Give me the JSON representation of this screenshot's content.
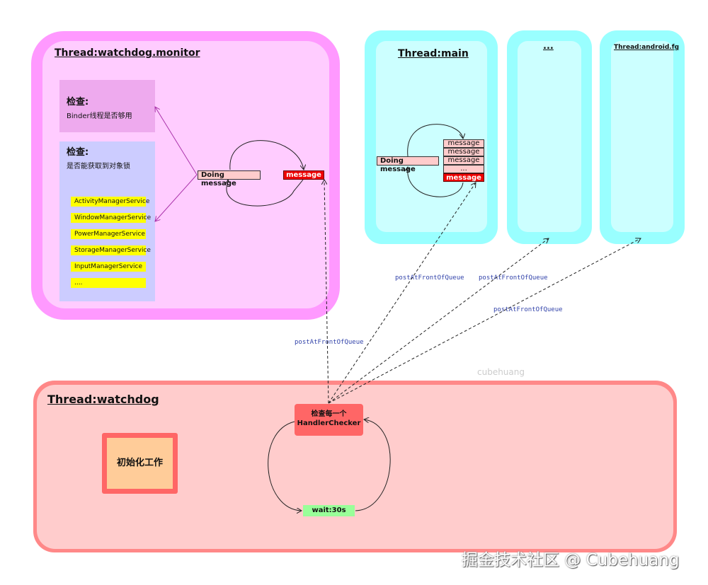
{
  "monitor": {
    "title": "Thread:watchdog.monitor",
    "check1": {
      "title": "检查:",
      "desc": "Binder线程是否够用"
    },
    "check2": {
      "title": "检查:",
      "desc": "是否能获取到对象锁"
    },
    "services": [
      "ActivityManagerService",
      "WindowManagerService",
      "PowerManagerService",
      "StorageManagerService",
      "InputManagerService",
      "...."
    ],
    "doing": "Doing message",
    "message": "message"
  },
  "main": {
    "title": "Thread:main",
    "doing": "Doing message",
    "queue": [
      "message",
      "message",
      "message",
      "...",
      "message"
    ]
  },
  "other_thread": {
    "title": "..."
  },
  "fg_thread": {
    "title": "Thread:android.fg"
  },
  "watchdog": {
    "title": "Thread:watchdog",
    "init": "初始化工作",
    "checker": [
      "检查每一个",
      "HandlerChecker"
    ],
    "wait": "wait:30s"
  },
  "edges": {
    "post1": "postAtFrontOfQueue",
    "post2": "postAtFrontOfQueue",
    "post3": "postAtFrontOfQueue",
    "post4": "postAtFrontOfQueue"
  },
  "watermarks": {
    "small": "cubehuang",
    "big": "掘金技术社区 @ Cubehuang"
  },
  "colors": {
    "monitor": "#ff99ff",
    "main": "#99ffff",
    "watchdog": "#ff8888",
    "service": "#ffff00",
    "wait": "#99ff99"
  }
}
